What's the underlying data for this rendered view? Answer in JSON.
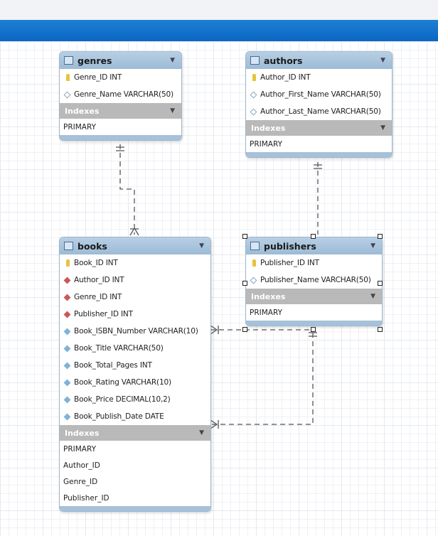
{
  "tables": {
    "genres": {
      "name": "genres",
      "columns": [
        {
          "icon": "key",
          "text": "Genre_ID INT"
        },
        {
          "icon": "col",
          "text": "Genre_Name VARCHAR(50)"
        }
      ],
      "indexes_label": "Indexes",
      "indexes": [
        "PRIMARY"
      ]
    },
    "authors": {
      "name": "authors",
      "columns": [
        {
          "icon": "key",
          "text": "Author_ID INT"
        },
        {
          "icon": "col",
          "text": "Author_First_Name VARCHAR(50)"
        },
        {
          "icon": "col",
          "text": "Author_Last_Name VARCHAR(50)"
        }
      ],
      "indexes_label": "Indexes",
      "indexes": [
        "PRIMARY"
      ]
    },
    "books": {
      "name": "books",
      "columns": [
        {
          "icon": "key",
          "text": "Book_ID INT"
        },
        {
          "icon": "fk",
          "text": "Author_ID INT"
        },
        {
          "icon": "fk",
          "text": "Genre_ID INT"
        },
        {
          "icon": "fk",
          "text": "Publisher_ID INT"
        },
        {
          "icon": "colb",
          "text": "Book_ISBN_Number VARCHAR(10)"
        },
        {
          "icon": "colb",
          "text": "Book_Title VARCHAR(50)"
        },
        {
          "icon": "colb",
          "text": "Book_Total_Pages INT"
        },
        {
          "icon": "colb",
          "text": "Book_Rating VARCHAR(10)"
        },
        {
          "icon": "colb",
          "text": "Book_Price DECIMAL(10,2)"
        },
        {
          "icon": "colb",
          "text": "Book_Publish_Date DATE"
        }
      ],
      "indexes_label": "Indexes",
      "indexes": [
        "PRIMARY",
        "Author_ID",
        "Genre_ID",
        "Publisher_ID"
      ]
    },
    "publishers": {
      "name": "publishers",
      "columns": [
        {
          "icon": "key",
          "text": "Publisher_ID INT"
        },
        {
          "icon": "col",
          "text": "Publisher_Name VARCHAR(50)"
        }
      ],
      "indexes_label": "Indexes",
      "indexes": [
        "PRIMARY"
      ]
    }
  },
  "relationships": [
    {
      "from": "genres",
      "to": "books",
      "style": "dashed"
    },
    {
      "from": "authors",
      "to": "publishers",
      "style": "dashed"
    },
    {
      "from": "publishers",
      "to": "books",
      "style": "dashed"
    },
    {
      "from": "publishers",
      "to": "books",
      "style": "dashed"
    }
  ],
  "colors": {
    "header": "#a9c5de",
    "indexes_bar": "#b9b9b9",
    "toolbar": "#0a66c2"
  }
}
